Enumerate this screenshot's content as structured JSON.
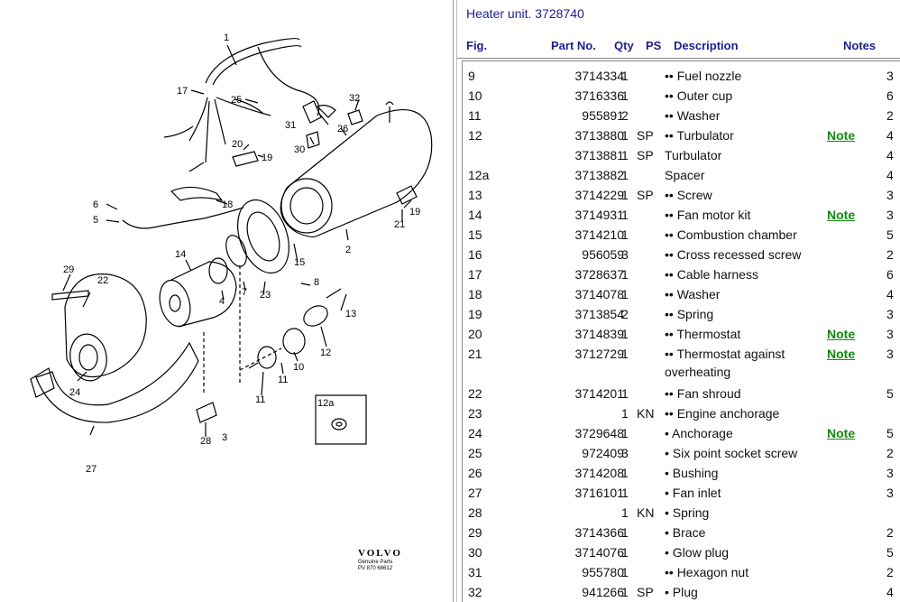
{
  "title": "Heater unit. 3728740",
  "headers": {
    "fig": "Fig.",
    "part": "Part No.",
    "qty": "Qty",
    "ps": "PS",
    "desc": "Description",
    "notes": "Notes"
  },
  "colors": {
    "header_text": "#1e1e8c",
    "note_link": "#138a13"
  },
  "logo": {
    "brand": "VOLVO",
    "line1": "Genuine Parts",
    "line2": "PV 870 68612"
  },
  "callouts": [
    "1",
    "2",
    "3",
    "4",
    "5",
    "6",
    "7",
    "8",
    "10",
    "11",
    "11",
    "12",
    "12a",
    "13",
    "14",
    "15",
    "17",
    "18",
    "19",
    "19",
    "20",
    "21",
    "22",
    "23",
    "24",
    "25",
    "26",
    "27",
    "28",
    "29",
    "30",
    "31",
    "32"
  ],
  "rows": [
    {
      "fig": "9",
      "part": "3714334",
      "qty": "1",
      "ps": "",
      "desc": "•• Fuel nozzle",
      "desc2": "",
      "note": "",
      "num": "3"
    },
    {
      "fig": "10",
      "part": "3716336",
      "qty": "1",
      "ps": "",
      "desc": "•• Outer cup",
      "desc2": "",
      "note": "",
      "num": "6"
    },
    {
      "fig": "11",
      "part": "955891",
      "qty": "2",
      "ps": "",
      "desc": "•• Washer",
      "desc2": "",
      "note": "",
      "num": "2"
    },
    {
      "fig": "12",
      "part": "3713880",
      "qty": "1",
      "ps": "SP",
      "desc": "•• Turbulator",
      "desc2": "",
      "note": "Note",
      "num": "4"
    },
    {
      "fig": "",
      "part": "3713881",
      "qty": "1",
      "ps": "SP",
      "desc": "Turbulator",
      "desc2": "",
      "note": "",
      "num": "4"
    },
    {
      "fig": "12a",
      "part": "3713882",
      "qty": "1",
      "ps": "",
      "desc": "Spacer",
      "desc2": "",
      "note": "",
      "num": "4"
    },
    {
      "fig": "13",
      "part": "3714229",
      "qty": "1",
      "ps": "SP",
      "desc": "•• Screw",
      "desc2": "",
      "note": "",
      "num": "3"
    },
    {
      "fig": "14",
      "part": "3714931",
      "qty": "1",
      "ps": "",
      "desc": "•• Fan motor kit",
      "desc2": "",
      "note": "Note",
      "num": "3"
    },
    {
      "fig": "15",
      "part": "3714210",
      "qty": "1",
      "ps": "",
      "desc": "•• Combustion chamber",
      "desc2": "",
      "note": "",
      "num": "5"
    },
    {
      "fig": "16",
      "part": "956059",
      "qty": "3",
      "ps": "",
      "desc": "•• Cross recessed screw",
      "desc2": "",
      "note": "",
      "num": "2"
    },
    {
      "fig": "17",
      "part": "3728637",
      "qty": "1",
      "ps": "",
      "desc": "•• Cable harness",
      "desc2": "",
      "note": "",
      "num": "6"
    },
    {
      "fig": "18",
      "part": "3714078",
      "qty": "1",
      "ps": "",
      "desc": "•• Washer",
      "desc2": "",
      "note": "",
      "num": "4"
    },
    {
      "fig": "19",
      "part": "3713854",
      "qty": "2",
      "ps": "",
      "desc": "•• Spring",
      "desc2": "",
      "note": "",
      "num": "3"
    },
    {
      "fig": "20",
      "part": "3714839",
      "qty": "1",
      "ps": "",
      "desc": "•• Thermostat",
      "desc2": "",
      "note": "Note",
      "num": "3"
    },
    {
      "fig": "21",
      "part": "3712729",
      "qty": "1",
      "ps": "",
      "desc": "•• Thermostat against",
      "desc2": "overheating",
      "note": "Note",
      "num": "3"
    },
    {
      "fig": "22",
      "part": "3714201",
      "qty": "1",
      "ps": "",
      "desc": "•• Fan shroud",
      "desc2": "",
      "note": "",
      "num": "5"
    },
    {
      "fig": "23",
      "part": "",
      "qty": "1",
      "ps": "KN",
      "desc": "•• Engine anchorage",
      "desc2": "",
      "note": "",
      "num": ""
    },
    {
      "fig": "24",
      "part": "3729648",
      "qty": "1",
      "ps": "",
      "desc": "• Anchorage",
      "desc2": "",
      "note": "Note",
      "num": "5"
    },
    {
      "fig": "25",
      "part": "972409",
      "qty": "3",
      "ps": "",
      "desc": "• Six point socket screw",
      "desc2": "",
      "note": "",
      "num": "2"
    },
    {
      "fig": "26",
      "part": "3714208",
      "qty": "1",
      "ps": "",
      "desc": "• Bushing",
      "desc2": "",
      "note": "",
      "num": "3"
    },
    {
      "fig": "27",
      "part": "3716101",
      "qty": "1",
      "ps": "",
      "desc": "• Fan inlet",
      "desc2": "",
      "note": "",
      "num": "3"
    },
    {
      "fig": "28",
      "part": "",
      "qty": "1",
      "ps": "KN",
      "desc": "• Spring",
      "desc2": "",
      "note": "",
      "num": ""
    },
    {
      "fig": "29",
      "part": "3714366",
      "qty": "1",
      "ps": "",
      "desc": "• Brace",
      "desc2": "",
      "note": "",
      "num": "2"
    },
    {
      "fig": "30",
      "part": "3714076",
      "qty": "1",
      "ps": "",
      "desc": "• Glow plug",
      "desc2": "",
      "note": "",
      "num": "5"
    },
    {
      "fig": "31",
      "part": "955780",
      "qty": "1",
      "ps": "",
      "desc": "•• Hexagon nut",
      "desc2": "",
      "note": "",
      "num": "2"
    },
    {
      "fig": "32",
      "part": "941266",
      "qty": "1",
      "ps": "SP",
      "desc": "• Plug",
      "desc2": "",
      "note": "",
      "num": "4"
    }
  ]
}
